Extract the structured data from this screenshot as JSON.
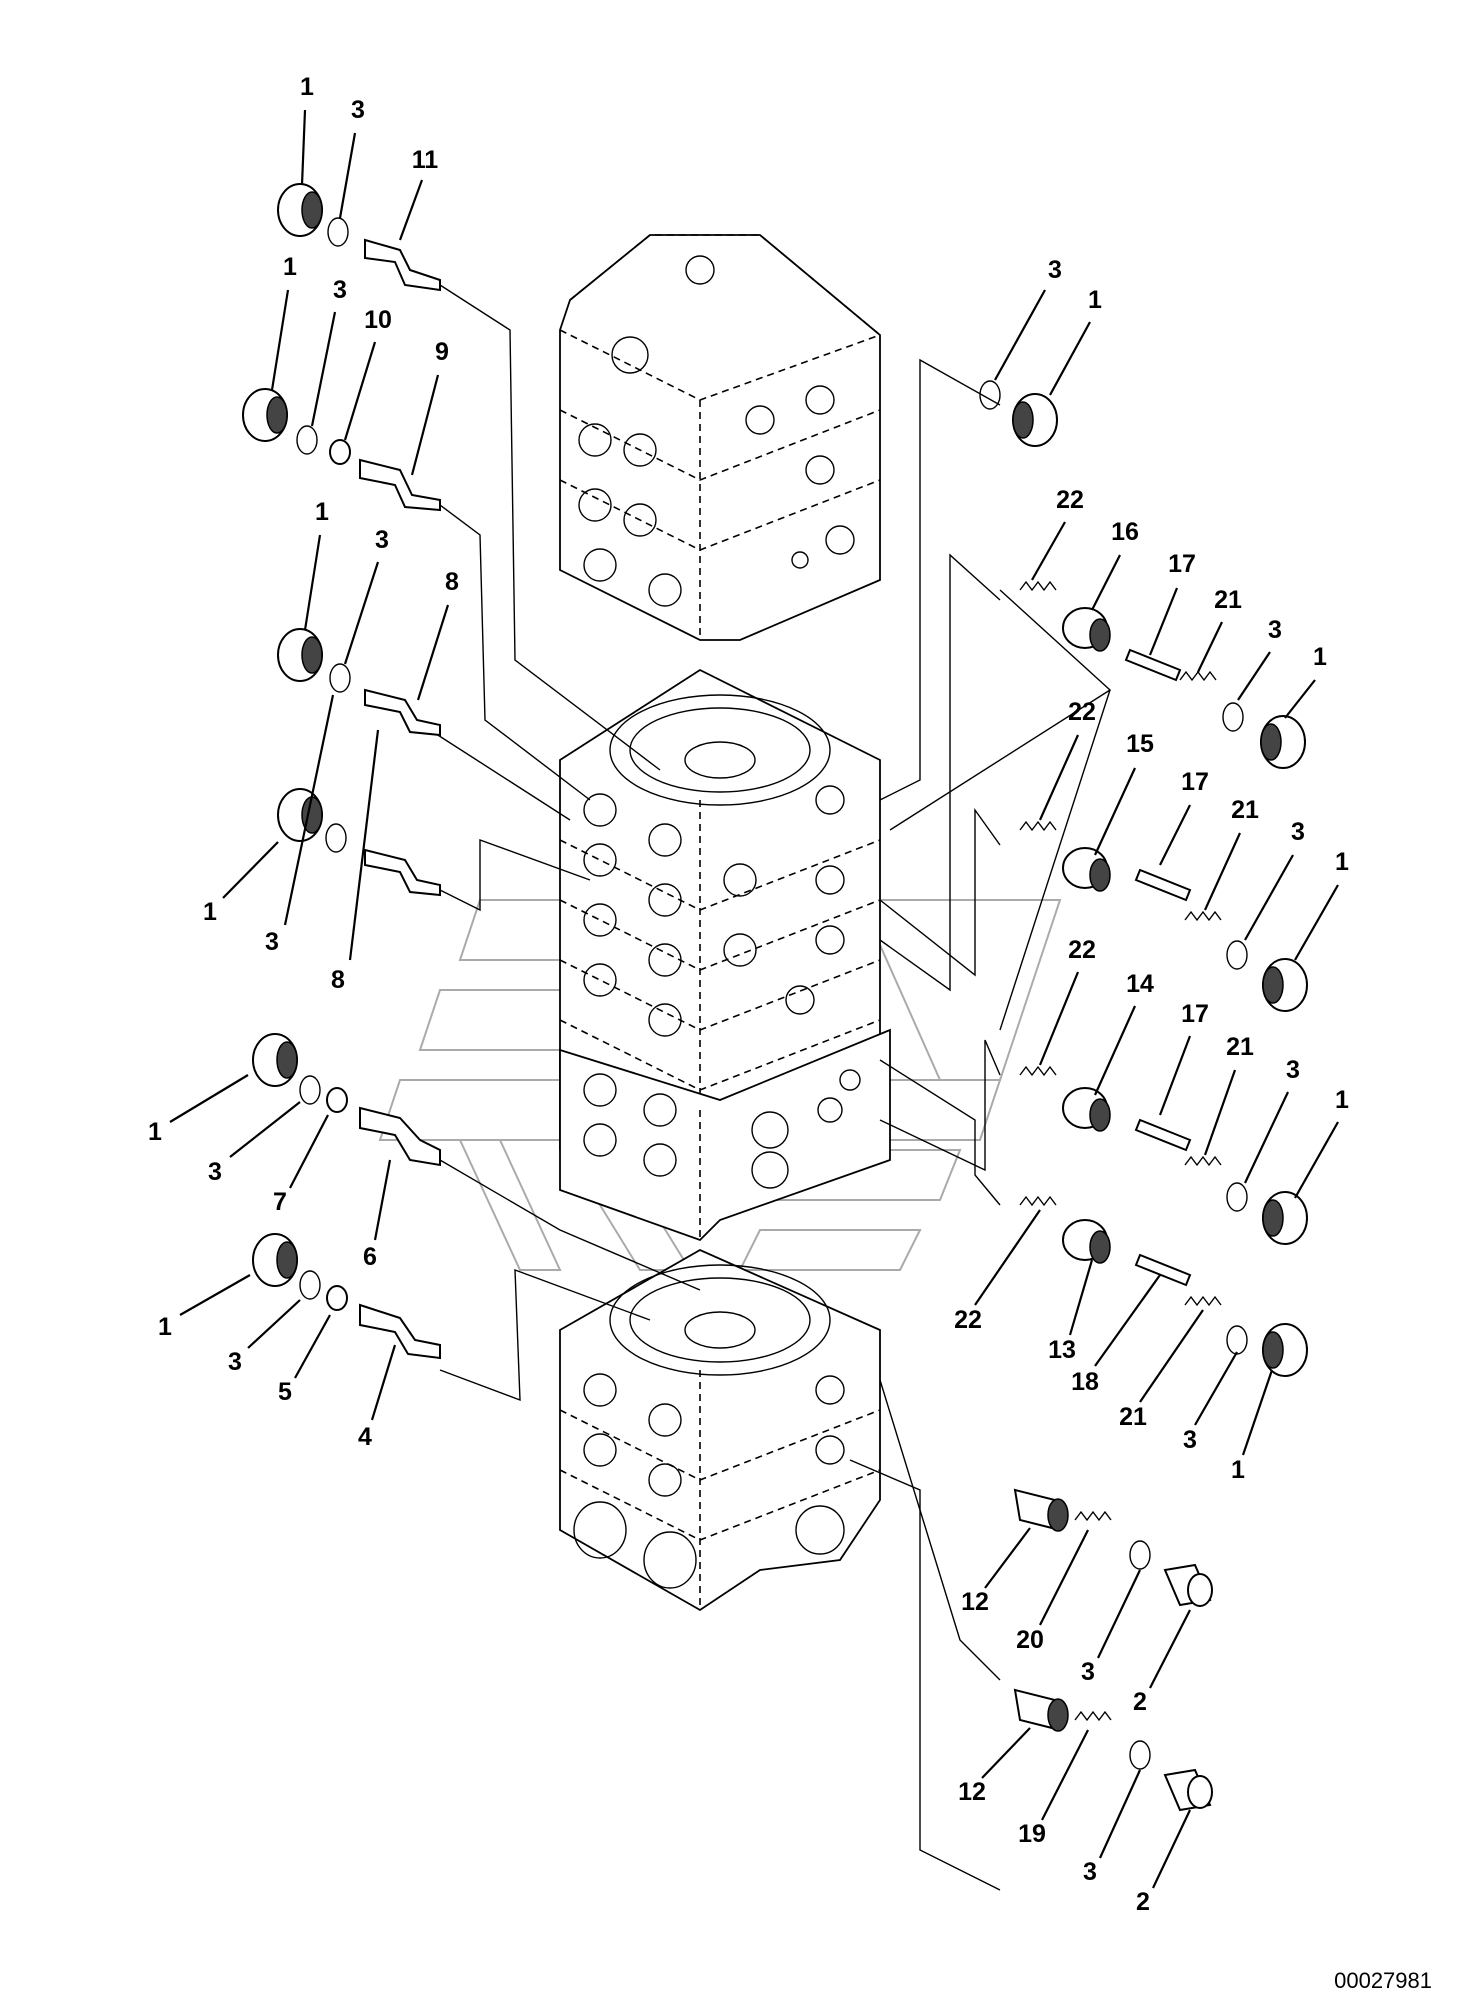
{
  "document_id": "00027981",
  "callouts": [
    {
      "id": "c1",
      "label": "1"
    },
    {
      "id": "c2",
      "label": "3"
    },
    {
      "id": "c3",
      "label": "11"
    },
    {
      "id": "c4",
      "label": "1"
    },
    {
      "id": "c5",
      "label": "3"
    },
    {
      "id": "c6",
      "label": "10"
    },
    {
      "id": "c7",
      "label": "9"
    },
    {
      "id": "c8",
      "label": "1"
    },
    {
      "id": "c9",
      "label": "3"
    },
    {
      "id": "c10",
      "label": "8"
    },
    {
      "id": "c11",
      "label": "1"
    },
    {
      "id": "c12",
      "label": "3"
    },
    {
      "id": "c13",
      "label": "8"
    },
    {
      "id": "c14",
      "label": "1"
    },
    {
      "id": "c15",
      "label": "3"
    },
    {
      "id": "c16",
      "label": "7"
    },
    {
      "id": "c17",
      "label": "6"
    },
    {
      "id": "c18",
      "label": "1"
    },
    {
      "id": "c19",
      "label": "3"
    },
    {
      "id": "c20",
      "label": "5"
    },
    {
      "id": "c21",
      "label": "4"
    },
    {
      "id": "c22",
      "label": "3"
    },
    {
      "id": "c23",
      "label": "1"
    },
    {
      "id": "c24",
      "label": "22"
    },
    {
      "id": "c25",
      "label": "16"
    },
    {
      "id": "c26",
      "label": "17"
    },
    {
      "id": "c27",
      "label": "21"
    },
    {
      "id": "c28",
      "label": "3"
    },
    {
      "id": "c29",
      "label": "1"
    },
    {
      "id": "c30",
      "label": "22"
    },
    {
      "id": "c31",
      "label": "15"
    },
    {
      "id": "c32",
      "label": "17"
    },
    {
      "id": "c33",
      "label": "21"
    },
    {
      "id": "c34",
      "label": "3"
    },
    {
      "id": "c35",
      "label": "1"
    },
    {
      "id": "c36",
      "label": "22"
    },
    {
      "id": "c37",
      "label": "14"
    },
    {
      "id": "c38",
      "label": "17"
    },
    {
      "id": "c39",
      "label": "21"
    },
    {
      "id": "c40",
      "label": "3"
    },
    {
      "id": "c41",
      "label": "1"
    },
    {
      "id": "c42",
      "label": "22"
    },
    {
      "id": "c43",
      "label": "13"
    },
    {
      "id": "c44",
      "label": "18"
    },
    {
      "id": "c45",
      "label": "21"
    },
    {
      "id": "c46",
      "label": "3"
    },
    {
      "id": "c47",
      "label": "1"
    },
    {
      "id": "c48",
      "label": "12"
    },
    {
      "id": "c49",
      "label": "20"
    },
    {
      "id": "c50",
      "label": "3"
    },
    {
      "id": "c51",
      "label": "2"
    },
    {
      "id": "c52",
      "label": "12"
    },
    {
      "id": "c53",
      "label": "19"
    },
    {
      "id": "c54",
      "label": "3"
    },
    {
      "id": "c55",
      "label": "2"
    }
  ]
}
